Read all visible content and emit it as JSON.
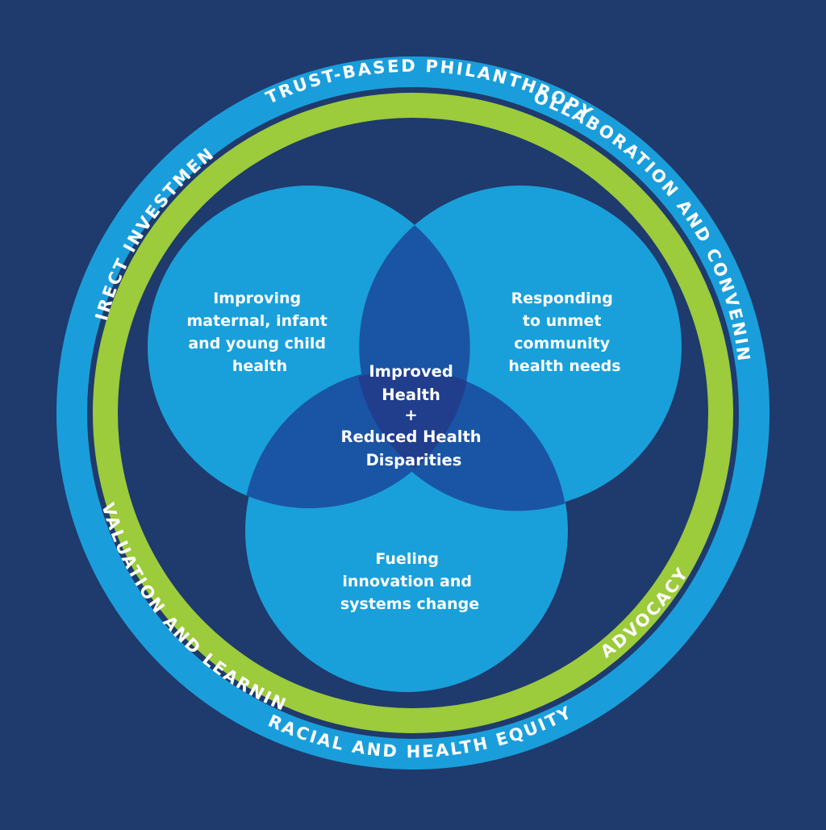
{
  "colors": {
    "background": "#1f3a6c",
    "outer_ring": "#1a9edb",
    "inner_ring": "#9ccb3b",
    "circle": "#19a0da",
    "overlap": "#1a55a5",
    "center": "#213e8d",
    "text": "#ffffff"
  },
  "rings": {
    "outer": {
      "labels": [
        "TRUST-BASED PHILANTHROPY",
        "RACIAL AND HEALTH EQUITY"
      ]
    },
    "inner": {
      "labels": [
        "DIRECT INVESTMENT",
        "COLLABORATION AND CONVENING",
        "EVALUATION AND LEARNING",
        "ADVOCACY"
      ]
    }
  },
  "circles": [
    {
      "id": "maternal",
      "lines": [
        "Improving",
        "maternal, infant",
        "and young child",
        "health"
      ]
    },
    {
      "id": "community",
      "lines": [
        "Responding",
        "to unmet",
        "community",
        "health needs"
      ]
    },
    {
      "id": "innovation",
      "lines": [
        "Fueling",
        "innovation and",
        "systems change"
      ]
    }
  ],
  "center": {
    "lines": [
      "Improved",
      "Health",
      "+",
      "Reduced Health",
      "Disparities"
    ]
  }
}
